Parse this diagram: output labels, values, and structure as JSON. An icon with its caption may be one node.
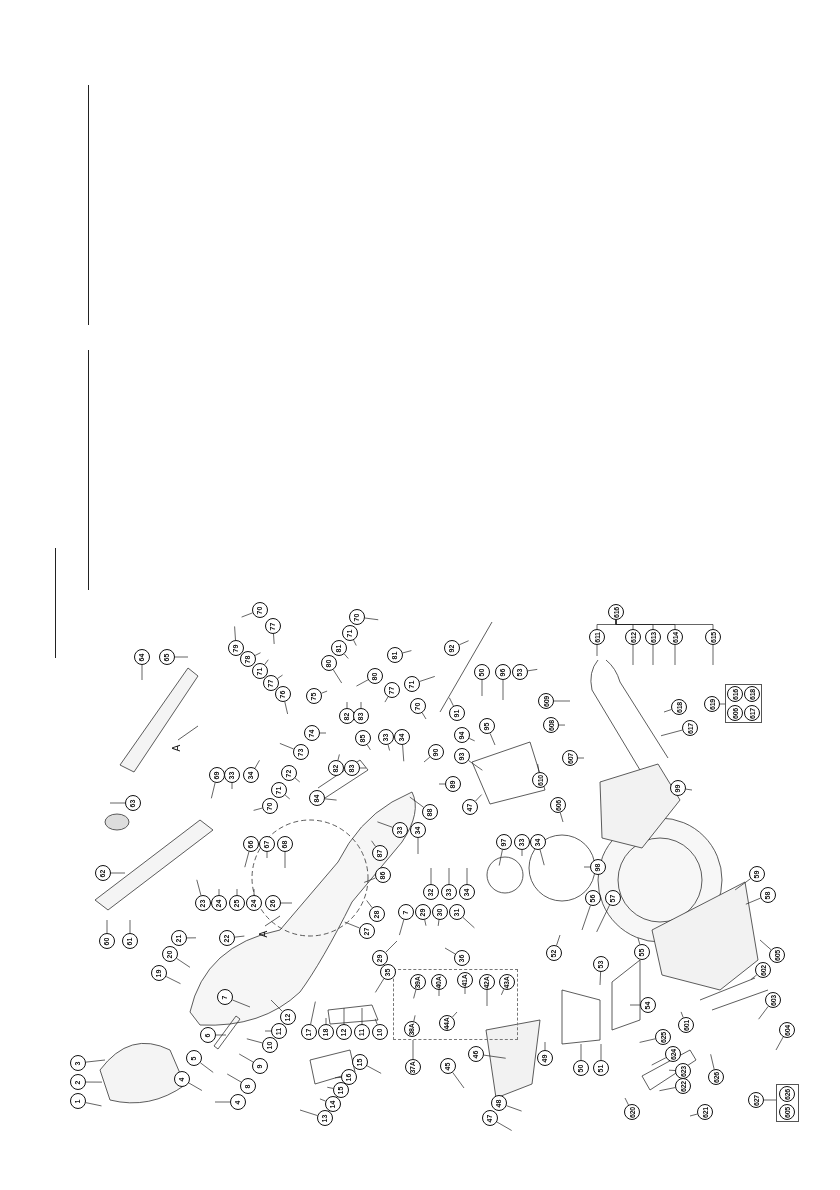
{
  "diagram": {
    "nodes": [
      {
        "text": [
          "64"
        ]
      },
      {
        "text": [
          "65"
        ]
      },
      {
        "text": [
          "63"
        ]
      },
      {
        "text": [
          "70"
        ]
      },
      {
        "text": [
          "77"
        ]
      },
      {
        "text": [
          "79"
        ]
      },
      {
        "text": [
          "78"
        ]
      },
      {
        "text": [
          "71"
        ]
      },
      {
        "text": [
          "77"
        ]
      },
      {
        "text": [
          "76"
        ]
      },
      {
        "text": [
          "75"
        ]
      },
      {
        "text": [
          "74"
        ]
      },
      {
        "text": [
          "73"
        ]
      },
      {
        "text": [
          "72"
        ]
      },
      {
        "text": [
          "71"
        ]
      },
      {
        "text": [
          "70"
        ]
      },
      {
        "text": [
          "84"
        ]
      },
      {
        "text": [
          "69"
        ]
      },
      {
        "text": [
          "33"
        ]
      },
      {
        "text": [
          "34"
        ]
      },
      {
        "text": [
          "66"
        ]
      },
      {
        "text": [
          "67"
        ]
      },
      {
        "text": [
          "68"
        ]
      },
      {
        "text": [
          "70"
        ]
      },
      {
        "text": [
          "71"
        ]
      },
      {
        "text": [
          "81"
        ]
      },
      {
        "text": [
          "80"
        ]
      },
      {
        "text": [
          "80"
        ]
      },
      {
        "text": [
          "81"
        ]
      },
      {
        "text": [
          "77"
        ]
      },
      {
        "text": [
          "71"
        ]
      },
      {
        "text": [
          "70"
        ]
      },
      {
        "text": [
          "82"
        ]
      },
      {
        "text": [
          "83"
        ]
      },
      {
        "text": [
          "82"
        ]
      },
      {
        "text": [
          "83"
        ]
      },
      {
        "text": [
          "85"
        ]
      },
      {
        "text": [
          "33"
        ]
      },
      {
        "text": [
          "34"
        ]
      },
      {
        "text": [
          "90"
        ]
      },
      {
        "text": [
          "89"
        ]
      },
      {
        "text": [
          "92"
        ]
      },
      {
        "text": [
          "91"
        ]
      },
      {
        "text": [
          "50"
        ]
      },
      {
        "text": [
          "96"
        ]
      },
      {
        "text": [
          "53"
        ]
      },
      {
        "text": [
          "609"
        ]
      },
      {
        "text": [
          "95"
        ]
      },
      {
        "text": [
          "94"
        ]
      },
      {
        "text": [
          "608"
        ]
      },
      {
        "text": [
          "93"
        ]
      },
      {
        "text": [
          "47"
        ]
      },
      {
        "text": [
          "610"
        ]
      },
      {
        "text": [
          "606"
        ]
      },
      {
        "text": [
          "88"
        ]
      },
      {
        "text": [
          "33"
        ]
      },
      {
        "text": [
          "34"
        ]
      },
      {
        "text": [
          "87"
        ]
      },
      {
        "text": [
          "97"
        ]
      },
      {
        "text": [
          "33"
        ]
      },
      {
        "text": [
          "34"
        ]
      },
      {
        "text": [
          "616"
        ]
      },
      {
        "text": [
          "611"
        ]
      },
      {
        "text": [
          "612"
        ]
      },
      {
        "text": [
          "613"
        ]
      },
      {
        "text": [
          "614"
        ]
      },
      {
        "text": [
          "615"
        ]
      },
      {
        "text": [
          "618"
        ]
      },
      {
        "text": [
          "617"
        ]
      },
      {
        "text": [
          "619"
        ]
      },
      {
        "text": [],
        "shape": "box"
      },
      {
        "text": [
          "616"
        ],
        "in": 70
      },
      {
        "text": [
          "618"
        ],
        "in": 70
      },
      {
        "text": [
          "606"
        ],
        "in": 70
      },
      {
        "text": [
          "617"
        ],
        "in": 70
      },
      {
        "text": [
          "607"
        ]
      },
      {
        "text": [
          "99"
        ]
      },
      {
        "text": [
          "62"
        ]
      },
      {
        "text": [
          "23"
        ]
      },
      {
        "text": [
          "24"
        ]
      },
      {
        "text": [
          "25"
        ]
      },
      {
        "text": [
          "24"
        ]
      },
      {
        "text": [
          "26"
        ]
      },
      {
        "text": [
          "60"
        ]
      },
      {
        "text": [
          "61"
        ]
      },
      {
        "text": [
          "21"
        ]
      },
      {
        "text": [
          "22"
        ]
      },
      {
        "text": [
          "20"
        ]
      },
      {
        "text": [
          "19"
        ]
      },
      {
        "text": [
          "7"
        ]
      },
      {
        "text": [
          "6"
        ]
      },
      {
        "text": [
          "12"
        ]
      },
      {
        "text": [
          "11"
        ]
      },
      {
        "text": [
          "10"
        ]
      },
      {
        "text": [
          "17"
        ]
      },
      {
        "text": [
          "3"
        ]
      },
      {
        "text": [
          "2"
        ]
      },
      {
        "text": [
          "1"
        ]
      },
      {
        "text": [
          "5"
        ]
      },
      {
        "text": [
          "9"
        ]
      },
      {
        "text": [
          "4"
        ]
      },
      {
        "text": [
          "8"
        ]
      },
      {
        "text": [
          "4"
        ]
      },
      {
        "text": [
          "86"
        ]
      },
      {
        "text": [
          "32"
        ]
      },
      {
        "text": [
          "33"
        ]
      },
      {
        "text": [
          "34"
        ]
      },
      {
        "text": [
          "28"
        ]
      },
      {
        "text": [
          "7"
        ]
      },
      {
        "text": [
          "29"
        ]
      },
      {
        "text": [
          "30"
        ]
      },
      {
        "text": [
          "31"
        ]
      },
      {
        "text": [
          "27"
        ]
      },
      {
        "text": [
          "29"
        ]
      },
      {
        "text": [
          "35"
        ]
      },
      {
        "text": [
          "36"
        ]
      },
      {
        "text": [],
        "shape": "box"
      },
      {
        "text": [
          "39A"
        ],
        "in": 116
      },
      {
        "text": [
          "40A"
        ],
        "in": 116
      },
      {
        "text": [
          "41A"
        ],
        "in": 116
      },
      {
        "text": [
          "42A"
        ],
        "in": 116
      },
      {
        "text": [
          "43A"
        ],
        "in": 116
      },
      {
        "text": [
          "38A"
        ],
        "in": 116
      },
      {
        "text": [
          "44A"
        ],
        "in": 116
      },
      {
        "text": [
          "37A"
        ]
      },
      {
        "text": [
          "18"
        ]
      },
      {
        "text": [
          "12"
        ]
      },
      {
        "text": [
          "11"
        ]
      },
      {
        "text": [
          "10"
        ]
      },
      {
        "text": [
          "15"
        ]
      },
      {
        "text": [
          "16"
        ]
      },
      {
        "text": [
          "15"
        ]
      },
      {
        "text": [
          "14"
        ]
      },
      {
        "text": [
          "13"
        ]
      },
      {
        "text": [
          "46"
        ]
      },
      {
        "text": [
          "45"
        ]
      },
      {
        "text": [
          "49"
        ]
      },
      {
        "text": [
          "48"
        ]
      },
      {
        "text": [
          "47"
        ]
      },
      {
        "text": [
          "52"
        ]
      },
      {
        "text": [
          "98"
        ]
      },
      {
        "text": [
          "59"
        ]
      },
      {
        "text": [
          "56"
        ]
      },
      {
        "text": [
          "57"
        ]
      },
      {
        "text": [
          "58"
        ]
      },
      {
        "text": [
          "55"
        ]
      },
      {
        "text": [
          "53"
        ]
      },
      {
        "text": [
          "54"
        ]
      },
      {
        "text": [
          "605"
        ]
      },
      {
        "text": [
          "602"
        ]
      },
      {
        "text": [
          "603"
        ]
      },
      {
        "text": [
          "601"
        ]
      },
      {
        "text": [
          "604"
        ]
      },
      {
        "text": [
          "50"
        ]
      },
      {
        "text": [
          "51"
        ]
      },
      {
        "text": [
          "625"
        ]
      },
      {
        "text": [
          "624"
        ]
      },
      {
        "text": [
          "623"
        ]
      },
      {
        "text": [
          "622"
        ]
      },
      {
        "text": [
          "626"
        ]
      },
      {
        "text": [
          "621"
        ]
      },
      {
        "text": [
          "620"
        ]
      },
      {
        "text": [
          "627"
        ]
      },
      {
        "text": [],
        "shape": "box"
      },
      {
        "text": [
          "626"
        ],
        "in": 163
      },
      {
        "text": [
          "605"
        ],
        "in": 163
      }
    ],
    "edges": [
      {
        "from": 0,
        "to": null,
        "arrow": "none"
      },
      {
        "from": 1,
        "to": null,
        "arrow": "none"
      },
      {
        "from": 2,
        "to": null,
        "arrow": "none"
      },
      {
        "from": 3,
        "to": null,
        "arrow": "none"
      },
      {
        "from": 4,
        "to": null,
        "arrow": "none"
      },
      {
        "from": 5,
        "to": null,
        "arrow": "none"
      },
      {
        "from": 6,
        "to": null,
        "arrow": "none"
      },
      {
        "from": 7,
        "to": null,
        "arrow": "none"
      },
      {
        "from": 8,
        "to": null,
        "arrow": "none"
      },
      {
        "from": 9,
        "to": null,
        "arrow": "none"
      },
      {
        "from": 10,
        "to": null,
        "arrow": "none"
      },
      {
        "from": 11,
        "to": null,
        "arrow": "none"
      },
      {
        "from": 12,
        "to": null,
        "arrow": "none"
      },
      {
        "from": 13,
        "to": null,
        "arrow": "none"
      },
      {
        "from": 14,
        "to": null,
        "arrow": "none"
      },
      {
        "from": 15,
        "to": null,
        "arrow": "none"
      },
      {
        "from": 16,
        "to": null,
        "arrow": "none"
      },
      {
        "from": 17,
        "to": null,
        "arrow": "none"
      },
      {
        "from": 18,
        "to": null,
        "arrow": "none"
      },
      {
        "from": 19,
        "to": null,
        "arrow": "none"
      },
      {
        "from": 20,
        "to": null,
        "arrow": "none"
      },
      {
        "from": 21,
        "to": null,
        "arrow": "none"
      },
      {
        "from": 22,
        "to": null,
        "arrow": "none"
      },
      {
        "from": 23,
        "to": null,
        "arrow": "none"
      },
      {
        "from": 24,
        "to": null,
        "arrow": "none"
      },
      {
        "from": 25,
        "to": null,
        "arrow": "none"
      },
      {
        "from": 26,
        "to": null,
        "arrow": "none"
      },
      {
        "from": 27,
        "to": null,
        "arrow": "none"
      },
      {
        "from": 28,
        "to": null,
        "arrow": "none"
      },
      {
        "from": 29,
        "to": null,
        "arrow": "none"
      },
      {
        "from": 30,
        "to": null,
        "arrow": "none"
      },
      {
        "from": 31,
        "to": null,
        "arrow": "none"
      },
      {
        "from": 32,
        "to": null,
        "arrow": "none"
      },
      {
        "from": 33,
        "to": null,
        "arrow": "none"
      },
      {
        "from": 34,
        "to": null,
        "arrow": "none"
      },
      {
        "from": 35,
        "to": null,
        "arrow": "none"
      },
      {
        "from": 36,
        "to": null,
        "arrow": "none"
      },
      {
        "from": 37,
        "to": null,
        "arrow": "none"
      },
      {
        "from": 38,
        "to": null,
        "arrow": "none"
      },
      {
        "from": 39,
        "to": null,
        "arrow": "none"
      },
      {
        "from": 40,
        "to": null,
        "arrow": "none"
      },
      {
        "from": 41,
        "to": null,
        "arrow": "none"
      },
      {
        "from": 42,
        "to": null,
        "arrow": "none"
      },
      {
        "from": 43,
        "to": null,
        "arrow": "none"
      },
      {
        "from": 44,
        "to": null,
        "arrow": "none"
      },
      {
        "from": 45,
        "to": null,
        "arrow": "none"
      },
      {
        "from": 46,
        "to": null,
        "arrow": "none"
      },
      {
        "from": 47,
        "to": null,
        "arrow": "none"
      },
      {
        "from": 48,
        "to": null,
        "arrow": "none"
      },
      {
        "from": 49,
        "to": null,
        "arrow": "none"
      },
      {
        "from": 50,
        "to": null,
        "arrow": "none"
      },
      {
        "from": 51,
        "to": null,
        "arrow": "none"
      },
      {
        "from": 52,
        "to": null,
        "arrow": "none"
      },
      {
        "from": 53,
        "to": null,
        "arrow": "none"
      },
      {
        "from": 54,
        "to": null,
        "arrow": "none"
      },
      {
        "from": 55,
        "to": null,
        "arrow": "none"
      },
      {
        "from": 56,
        "to": null,
        "arrow": "none"
      },
      {
        "from": 57,
        "to": null,
        "arrow": "none"
      },
      {
        "from": 58,
        "to": null,
        "arrow": "none"
      },
      {
        "from": 59,
        "to": null,
        "arrow": "none"
      },
      {
        "from": 60,
        "to": null,
        "arrow": "none"
      },
      {
        "from": 61,
        "to": 62,
        "arrow": "none"
      },
      {
        "from": 61,
        "to": 63,
        "arrow": "none"
      },
      {
        "from": 61,
        "to": 64,
        "arrow": "none"
      },
      {
        "from": 61,
        "to": 65,
        "arrow": "none"
      },
      {
        "from": 61,
        "to": 66,
        "arrow": "none"
      },
      {
        "from": 62,
        "to": null,
        "arrow": "none"
      },
      {
        "from": 63,
        "to": null,
        "arrow": "none"
      },
      {
        "from": 64,
        "to": null,
        "arrow": "none"
      },
      {
        "from": 65,
        "to": null,
        "arrow": "none"
      },
      {
        "from": 66,
        "to": null,
        "arrow": "none"
      },
      {
        "from": 67,
        "to": null,
        "arrow": "none"
      },
      {
        "from": 68,
        "to": null,
        "arrow": "none"
      },
      {
        "from": 69,
        "to": 70,
        "arrow": "none"
      },
      {
        "from": 75,
        "to": null,
        "arrow": "none"
      },
      {
        "from": 76,
        "to": null,
        "arrow": "none"
      },
      {
        "from": 77,
        "to": null,
        "arrow": "none"
      },
      {
        "from": 78,
        "to": null,
        "arrow": "none"
      },
      {
        "from": 79,
        "to": null,
        "arrow": "none"
      },
      {
        "from": 80,
        "to": null,
        "arrow": "none"
      },
      {
        "from": 81,
        "to": null,
        "arrow": "none"
      },
      {
        "from": 82,
        "to": null,
        "arrow": "none"
      },
      {
        "from": 83,
        "to": null,
        "arrow": "none"
      },
      {
        "from": 84,
        "to": null,
        "arrow": "none"
      },
      {
        "from": 85,
        "to": null,
        "arrow": "none"
      },
      {
        "from": 86,
        "to": null,
        "arrow": "none"
      },
      {
        "from": 87,
        "to": null,
        "arrow": "none"
      },
      {
        "from": 88,
        "to": null,
        "arrow": "none"
      },
      {
        "from": 89,
        "to": null,
        "arrow": "none"
      },
      {
        "from": 90,
        "to": null,
        "arrow": "none"
      },
      {
        "from": 91,
        "to": null,
        "arrow": "none"
      },
      {
        "from": 92,
        "to": null,
        "arrow": "none"
      },
      {
        "from": 93,
        "to": null,
        "arrow": "none"
      },
      {
        "from": 94,
        "to": null,
        "arrow": "none"
      },
      {
        "from": 95,
        "to": null,
        "arrow": "none"
      },
      {
        "from": 96,
        "to": null,
        "arrow": "none"
      },
      {
        "from": 97,
        "to": null,
        "arrow": "none"
      },
      {
        "from": 98,
        "to": null,
        "arrow": "none"
      },
      {
        "from": 99,
        "to": null,
        "arrow": "none"
      },
      {
        "from": 100,
        "to": null,
        "arrow": "none"
      },
      {
        "from": 101,
        "to": null,
        "arrow": "none"
      },
      {
        "from": 102,
        "to": null,
        "arrow": "none"
      },
      {
        "from": 103,
        "to": null,
        "arrow": "none"
      },
      {
        "from": 104,
        "to": null,
        "arrow": "none"
      },
      {
        "from": 105,
        "to": null,
        "arrow": "none"
      },
      {
        "from": 106,
        "to": null,
        "arrow": "none"
      },
      {
        "from": 107,
        "to": null,
        "arrow": "none"
      },
      {
        "from": 108,
        "to": null,
        "arrow": "none"
      },
      {
        "from": 109,
        "to": null,
        "arrow": "none"
      },
      {
        "from": 110,
        "to": null,
        "arrow": "none"
      },
      {
        "from": 111,
        "to": null,
        "arrow": "none"
      },
      {
        "from": 112,
        "to": null,
        "arrow": "none"
      },
      {
        "from": 113,
        "to": null,
        "arrow": "none"
      },
      {
        "from": 114,
        "to": null,
        "arrow": "none"
      },
      {
        "from": 115,
        "to": null,
        "arrow": "none"
      },
      {
        "from": 117,
        "to": null,
        "arrow": "none"
      },
      {
        "from": 118,
        "to": null,
        "arrow": "none"
      },
      {
        "from": 119,
        "to": null,
        "arrow": "none"
      },
      {
        "from": 120,
        "to": null,
        "arrow": "none"
      },
      {
        "from": 121,
        "to": null,
        "arrow": "none"
      },
      {
        "from": 122,
        "to": null,
        "arrow": "none"
      },
      {
        "from": 123,
        "to": null,
        "arrow": "none"
      },
      {
        "from": 124,
        "to": 116,
        "arrow": "none"
      },
      {
        "from": 125,
        "to": null,
        "arrow": "none"
      },
      {
        "from": 126,
        "to": null,
        "arrow": "none"
      },
      {
        "from": 127,
        "to": null,
        "arrow": "none"
      },
      {
        "from": 128,
        "to": null,
        "arrow": "none"
      },
      {
        "from": 129,
        "to": null,
        "arrow": "none"
      },
      {
        "from": 130,
        "to": null,
        "arrow": "none"
      },
      {
        "from": 131,
        "to": null,
        "arrow": "none"
      },
      {
        "from": 132,
        "to": null,
        "arrow": "none"
      },
      {
        "from": 133,
        "to": null,
        "arrow": "none"
      },
      {
        "from": 134,
        "to": null,
        "arrow": "none"
      },
      {
        "from": 135,
        "to": null,
        "arrow": "none"
      },
      {
        "from": 136,
        "to": null,
        "arrow": "none"
      },
      {
        "from": 137,
        "to": null,
        "arrow": "none"
      },
      {
        "from": 138,
        "to": null,
        "arrow": "none"
      },
      {
        "from": 139,
        "to": null,
        "arrow": "none"
      },
      {
        "from": 140,
        "to": null,
        "arrow": "none"
      },
      {
        "from": 141,
        "to": null,
        "arrow": "none"
      },
      {
        "from": 142,
        "to": null,
        "arrow": "none"
      },
      {
        "from": 143,
        "to": null,
        "arrow": "none"
      },
      {
        "from": 144,
        "to": null,
        "arrow": "none"
      },
      {
        "from": 145,
        "to": null,
        "arrow": "none"
      },
      {
        "from": 146,
        "to": null,
        "arrow": "none"
      },
      {
        "from": 147,
        "to": null,
        "arrow": "none"
      },
      {
        "from": 148,
        "to": null,
        "arrow": "none"
      },
      {
        "from": 149,
        "to": null,
        "arrow": "none"
      },
      {
        "from": 150,
        "to": null,
        "arrow": "none"
      },
      {
        "from": 151,
        "to": null,
        "arrow": "none"
      },
      {
        "from": 152,
        "to": null,
        "arrow": "none"
      },
      {
        "from": 153,
        "to": null,
        "arrow": "none"
      },
      {
        "from": 154,
        "to": null,
        "arrow": "none"
      },
      {
        "from": 155,
        "to": null,
        "arrow": "none"
      },
      {
        "from": 156,
        "to": null,
        "arrow": "none"
      },
      {
        "from": 157,
        "to": null,
        "arrow": "none"
      },
      {
        "from": 158,
        "to": null,
        "arrow": "none"
      },
      {
        "from": 159,
        "to": null,
        "arrow": "none"
      },
      {
        "from": 160,
        "to": null,
        "arrow": "none"
      },
      {
        "from": 161,
        "to": null,
        "arrow": "none"
      },
      {
        "from": 162,
        "to": 163,
        "arrow": "none"
      }
    ],
    "labels": [
      "A",
      "A"
    ]
  }
}
